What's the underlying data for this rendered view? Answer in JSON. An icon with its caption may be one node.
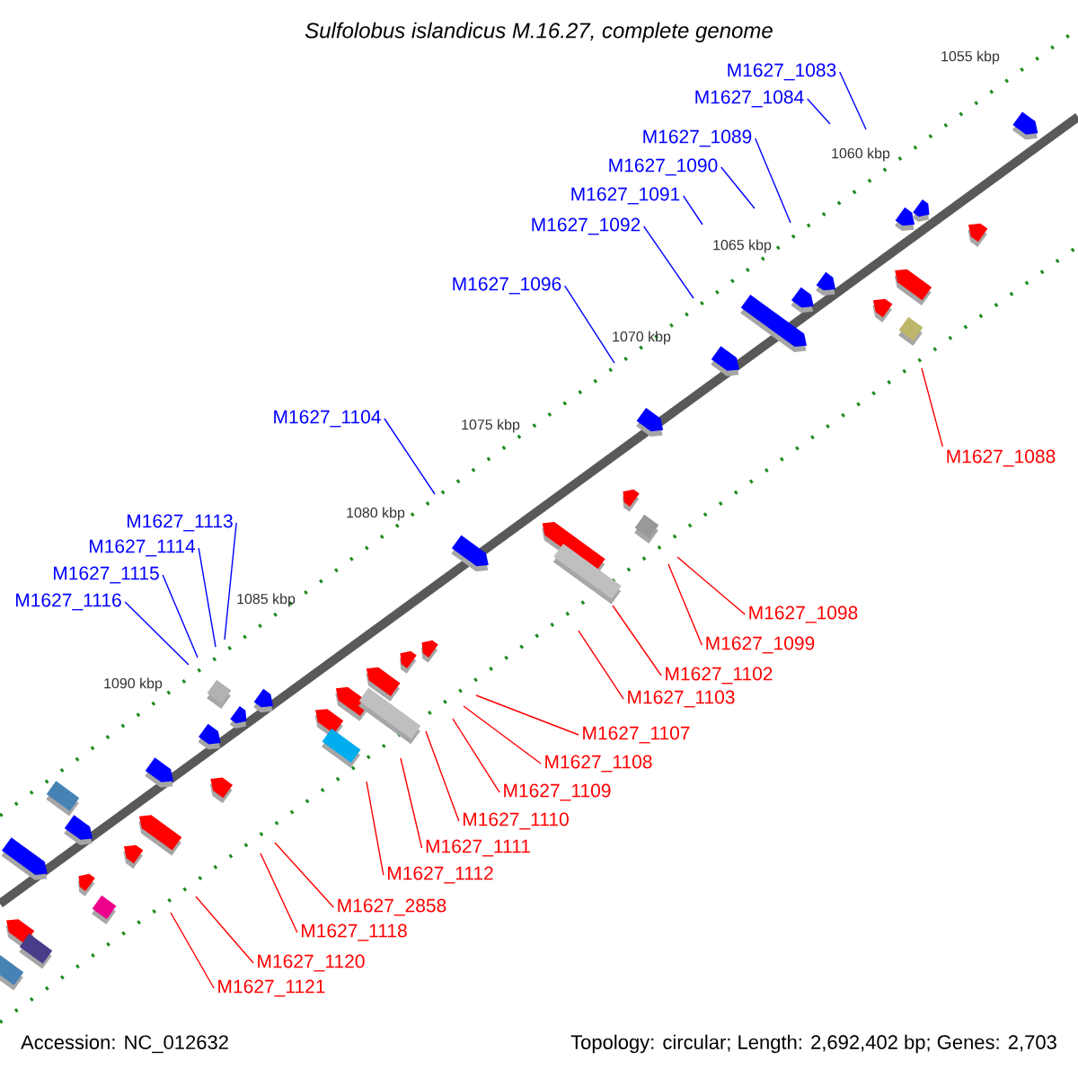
{
  "diagram": {
    "title": "Sulfolobus islandicus M.16.27, complete genome",
    "nodes": [
      {
        "text": [
          "M1627_1083"
        ]
      },
      {
        "text": [
          "M1627_1084"
        ]
      },
      {
        "text": [
          "M1627_1089"
        ]
      },
      {
        "text": [
          "M1627_1090"
        ]
      },
      {
        "text": [
          "M1627_1091"
        ]
      },
      {
        "text": [
          "M1627_1092"
        ]
      },
      {
        "text": [
          "M1627_1096"
        ]
      },
      {
        "text": [
          "M1627_1104"
        ]
      },
      {
        "text": [
          "M1627_1113"
        ]
      },
      {
        "text": [
          "M1627_1114"
        ]
      },
      {
        "text": [
          "M1627_1115"
        ]
      },
      {
        "text": [
          "M1627_1116"
        ]
      },
      {
        "text": [
          "M1627_1088"
        ]
      },
      {
        "text": [
          "M1627_1098"
        ]
      },
      {
        "text": [
          "M1627_1099"
        ]
      },
      {
        "text": [
          "M1627_1102"
        ]
      },
      {
        "text": [
          "M1627_1103"
        ]
      },
      {
        "text": [
          "M1627_1107"
        ]
      },
      {
        "text": [
          "M1627_1108"
        ]
      },
      {
        "text": [
          "M1627_1109"
        ]
      },
      {
        "text": [
          "M1627_1110"
        ]
      },
      {
        "text": [
          "M1627_1111"
        ]
      },
      {
        "text": [
          "M1627_1112"
        ]
      },
      {
        "text": [
          "M1627_2858"
        ]
      },
      {
        "text": [
          "M1627_1118"
        ]
      },
      {
        "text": [
          "M1627_1120"
        ]
      },
      {
        "text": [
          "M1627_1121"
        ]
      }
    ],
    "edges": [
      {
        "from": 0,
        "to": null,
        "arrow": "none",
        "color": "#0000ff"
      },
      {
        "from": 1,
        "to": null,
        "arrow": "none",
        "color": "#0000ff"
      },
      {
        "from": 2,
        "to": null,
        "arrow": "none",
        "color": "#0000ff"
      },
      {
        "from": 3,
        "to": null,
        "arrow": "none",
        "color": "#0000ff"
      },
      {
        "from": 4,
        "to": null,
        "arrow": "none",
        "color": "#0000ff"
      },
      {
        "from": 5,
        "to": null,
        "arrow": "none",
        "color": "#0000ff"
      },
      {
        "from": 6,
        "to": null,
        "arrow": "none",
        "color": "#0000ff"
      },
      {
        "from": 7,
        "to": null,
        "arrow": "none",
        "color": "#0000ff"
      },
      {
        "from": 8,
        "to": null,
        "arrow": "none",
        "color": "#0000ff"
      },
      {
        "from": 9,
        "to": null,
        "arrow": "none",
        "color": "#0000ff"
      },
      {
        "from": 10,
        "to": null,
        "arrow": "none",
        "color": "#0000ff"
      },
      {
        "from": 11,
        "to": null,
        "arrow": "none",
        "color": "#0000ff"
      },
      {
        "from": 12,
        "to": null,
        "arrow": "none"
      },
      {
        "from": 13,
        "to": null,
        "arrow": "none"
      },
      {
        "from": 14,
        "to": null,
        "arrow": "none"
      },
      {
        "from": 15,
        "to": null,
        "arrow": "none"
      },
      {
        "from": 16,
        "to": null,
        "arrow": "none"
      },
      {
        "from": 17,
        "to": null,
        "arrow": "none"
      },
      {
        "from": 18,
        "to": null,
        "arrow": "none"
      },
      {
        "from": 19,
        "to": null,
        "arrow": "none"
      },
      {
        "from": 20,
        "to": null,
        "arrow": "none"
      },
      {
        "from": 21,
        "to": null,
        "arrow": "none"
      },
      {
        "from": 22,
        "to": null,
        "arrow": "none"
      },
      {
        "from": 23,
        "to": null,
        "arrow": "none"
      },
      {
        "from": 24,
        "to": null,
        "arrow": "none"
      },
      {
        "from": 25,
        "to": null,
        "arrow": "none"
      },
      {
        "from": 26,
        "to": null,
        "arrow": "none"
      }
    ],
    "labels": [
      "1055 kbp",
      "1060 kbp",
      "1065 kbp",
      "1070 kbp",
      "1075 kbp",
      "1080 kbp",
      "1085 kbp",
      "1090 kbp",
      "Accession: NC_012632",
      "Topology: circular; Length: 2,692,402 bp; Genes: 2,703"
    ]
  }
}
